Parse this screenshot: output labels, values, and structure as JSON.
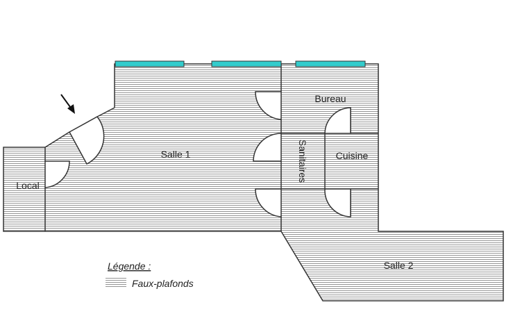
{
  "rooms": {
    "salle1": "Salle 1",
    "salle2": "Salle 2",
    "bureau": "Bureau",
    "cuisine": "Cuisine",
    "sanitaires": "Sanitaires",
    "local": "Local"
  },
  "legend": {
    "title": "Légende :",
    "item": "Faux-plafonds"
  },
  "colors": {
    "window": "#33cccc",
    "hatch": "#7a7a7a",
    "wall": "#333333"
  },
  "icons": {
    "entrance": "arrow-icon"
  }
}
